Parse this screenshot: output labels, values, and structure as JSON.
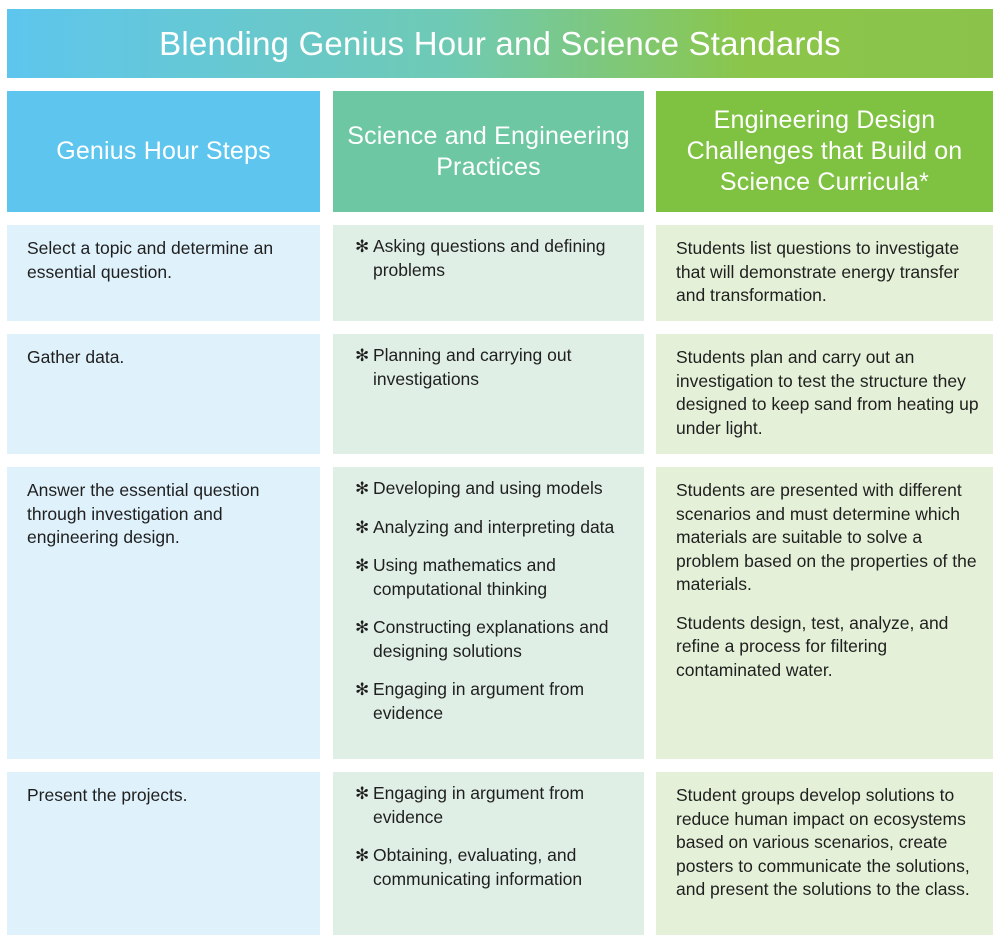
{
  "title": "Blending Genius Hour and Science Standards",
  "headers": {
    "col1": "Genius Hour Steps",
    "col2": "Science and Engineering Practices",
    "col3": "Engineering Design Challenges that Build on Science Curricula*"
  },
  "bullet_glyph": "✻",
  "rows": [
    {
      "step": "Select a topic and determine an essential question.",
      "practices": [
        "Asking questions and defining problems"
      ],
      "challenges": [
        "Students list questions to investigate that will demonstrate energy transfer and transformation."
      ]
    },
    {
      "step": "Gather data.",
      "practices": [
        "Planning and carrying out investigations"
      ],
      "challenges": [
        "Students plan and carry out an investigation to test the structure they designed to keep sand from heating up under light."
      ]
    },
    {
      "step": "Answer the essential question through investigation and engineering design.",
      "practices": [
        "Developing and using models",
        "Analyzing and interpreting data",
        "Using mathematics and computational thinking",
        "Constructing explanations and designing solutions",
        "Engaging in argument from evidence"
      ],
      "challenges": [
        "Students are presented with different scenarios and must determine which materials are suitable to solve a problem based on the properties of the materials.",
        "Students design, test, analyze, and refine a process for filtering contaminated water."
      ]
    },
    {
      "step": "Present the projects.",
      "practices": [
        "Engaging in argument from evidence",
        "Obtaining, evaluating, and communicating information"
      ],
      "challenges": [
        "Student groups develop solutions to reduce human impact on ecosystems based on various scenarios, create posters to communicate the solutions, and present the solutions to the class."
      ]
    }
  ]
}
